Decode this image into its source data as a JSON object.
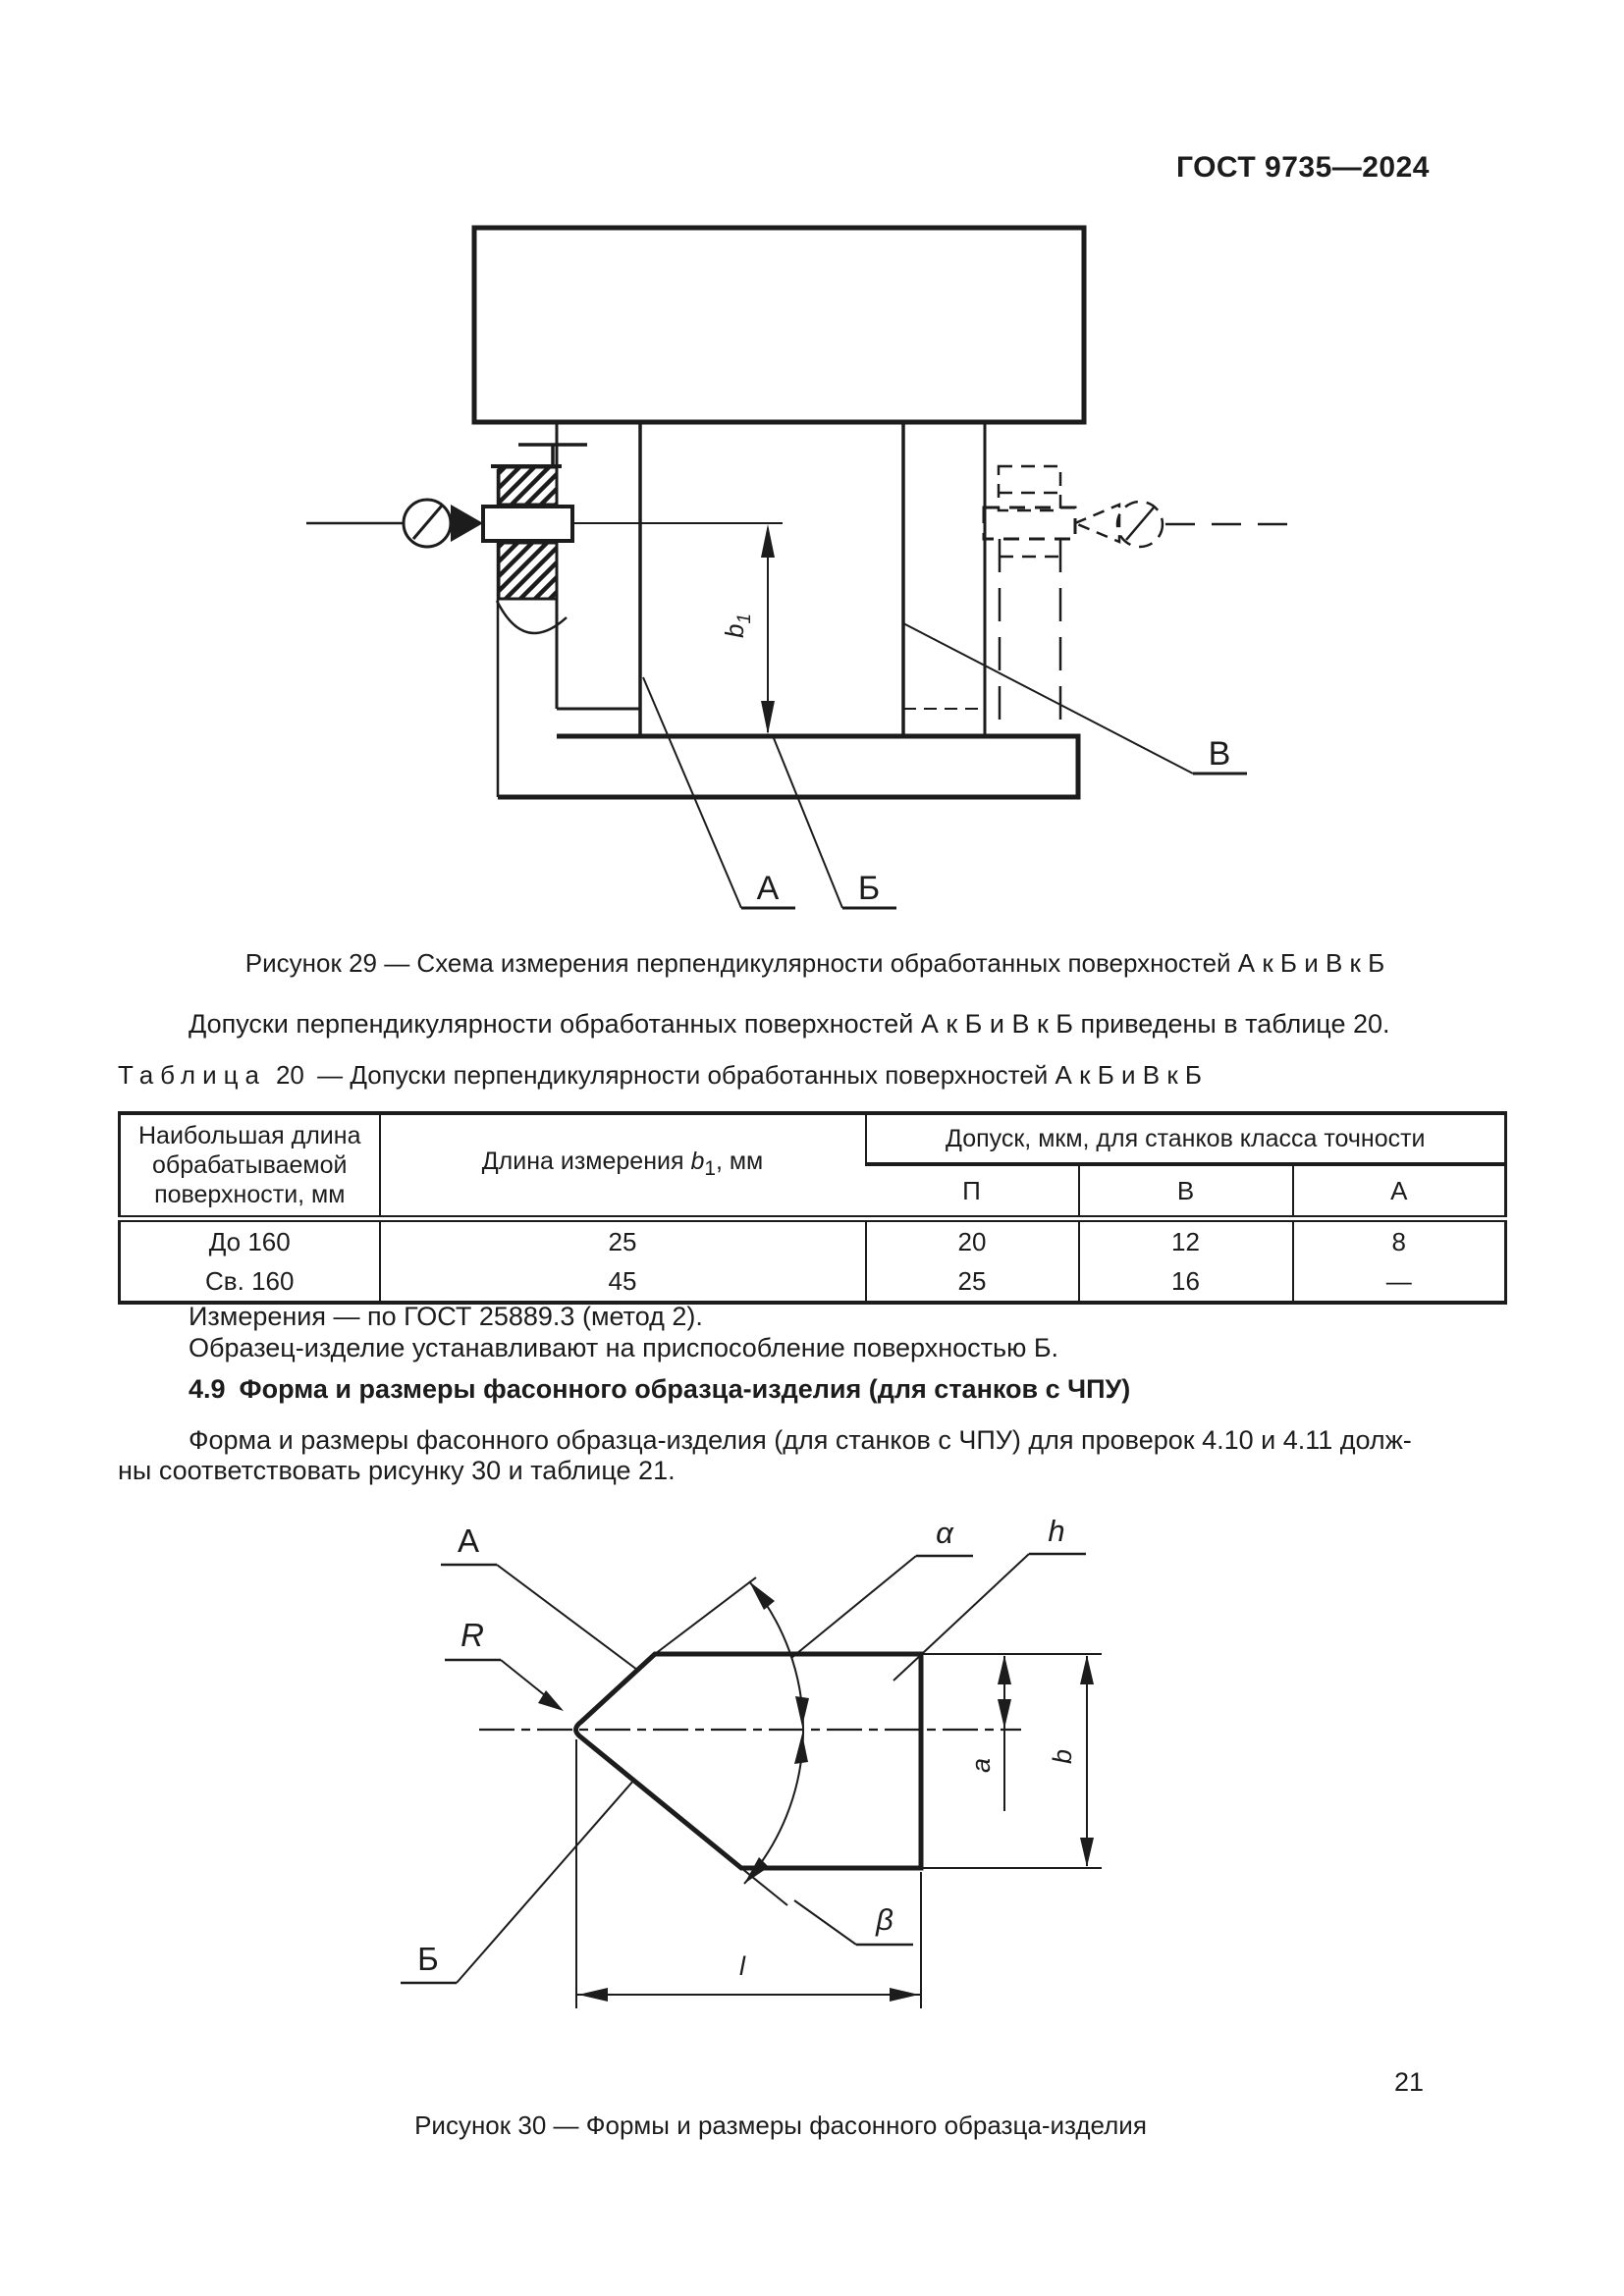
{
  "page": {
    "standard": "ГОСТ 9735—2024",
    "number": "21"
  },
  "figure29": {
    "caption": "Рисунок 29 — Схема измерения перпендикулярности обработанных поверхностей А к Б и В к Б",
    "label_surface_a": "А",
    "label_surface_b": "Б",
    "label_surface_v": "В",
    "dim_symbol": "b",
    "dim_sub": "1"
  },
  "intro": {
    "tolerances_text": "Допуски перпендикулярности обработанных поверхностей А к Б и В к Б приведены в таблице 20."
  },
  "table20": {
    "caption_label": "Таблица",
    "caption_number": "20",
    "caption_text": "— Допуски перпендикулярности обработанных поверхностей А к Б и В к Б",
    "col1_header": "Наибольшая длина обрабатываемой поверхности, мм",
    "col2_prefix": "Длина измерения ",
    "col2_symbol": "b",
    "col2_sub": "1",
    "col2_suffix": ", мм",
    "group_header": "Допуск, мкм, для станков класса точности",
    "class_p": "П",
    "class_v": "В",
    "class_a": "А",
    "rows": [
      {
        "length": "До 160",
        "b1": "25",
        "p": "20",
        "v": "12",
        "a": "8"
      },
      {
        "length": "Св. 160",
        "b1": "45",
        "p": "25",
        "v": "16",
        "a": "—"
      }
    ]
  },
  "notes": {
    "measurement": "Измерения — по ГОСТ 25889.3 (метод 2).",
    "installation": "Образец-изделие устанавливают на приспособление поверхностью Б."
  },
  "section49": {
    "number": "4.9",
    "title": "Форма и размеры фасонного образца-изделия (для станков с ЧПУ)",
    "body_line1": "Форма и размеры фасонного образца-изделия (для станков с ЧПУ) для проверок 4.10 и 4.11 долж-",
    "body_line2": "ны соответствовать рисунку 30 и таблице 21."
  },
  "figure30": {
    "caption": "Рисунок 30 — Формы и размеры фасонного образца-изделия",
    "label_surface_a": "А",
    "label_radius": "R",
    "label_surface_b": "Б",
    "label_alpha": "α",
    "label_h": "h",
    "label_beta": "β",
    "dim_a": "a",
    "dim_b": "b",
    "dim_l": "l"
  }
}
